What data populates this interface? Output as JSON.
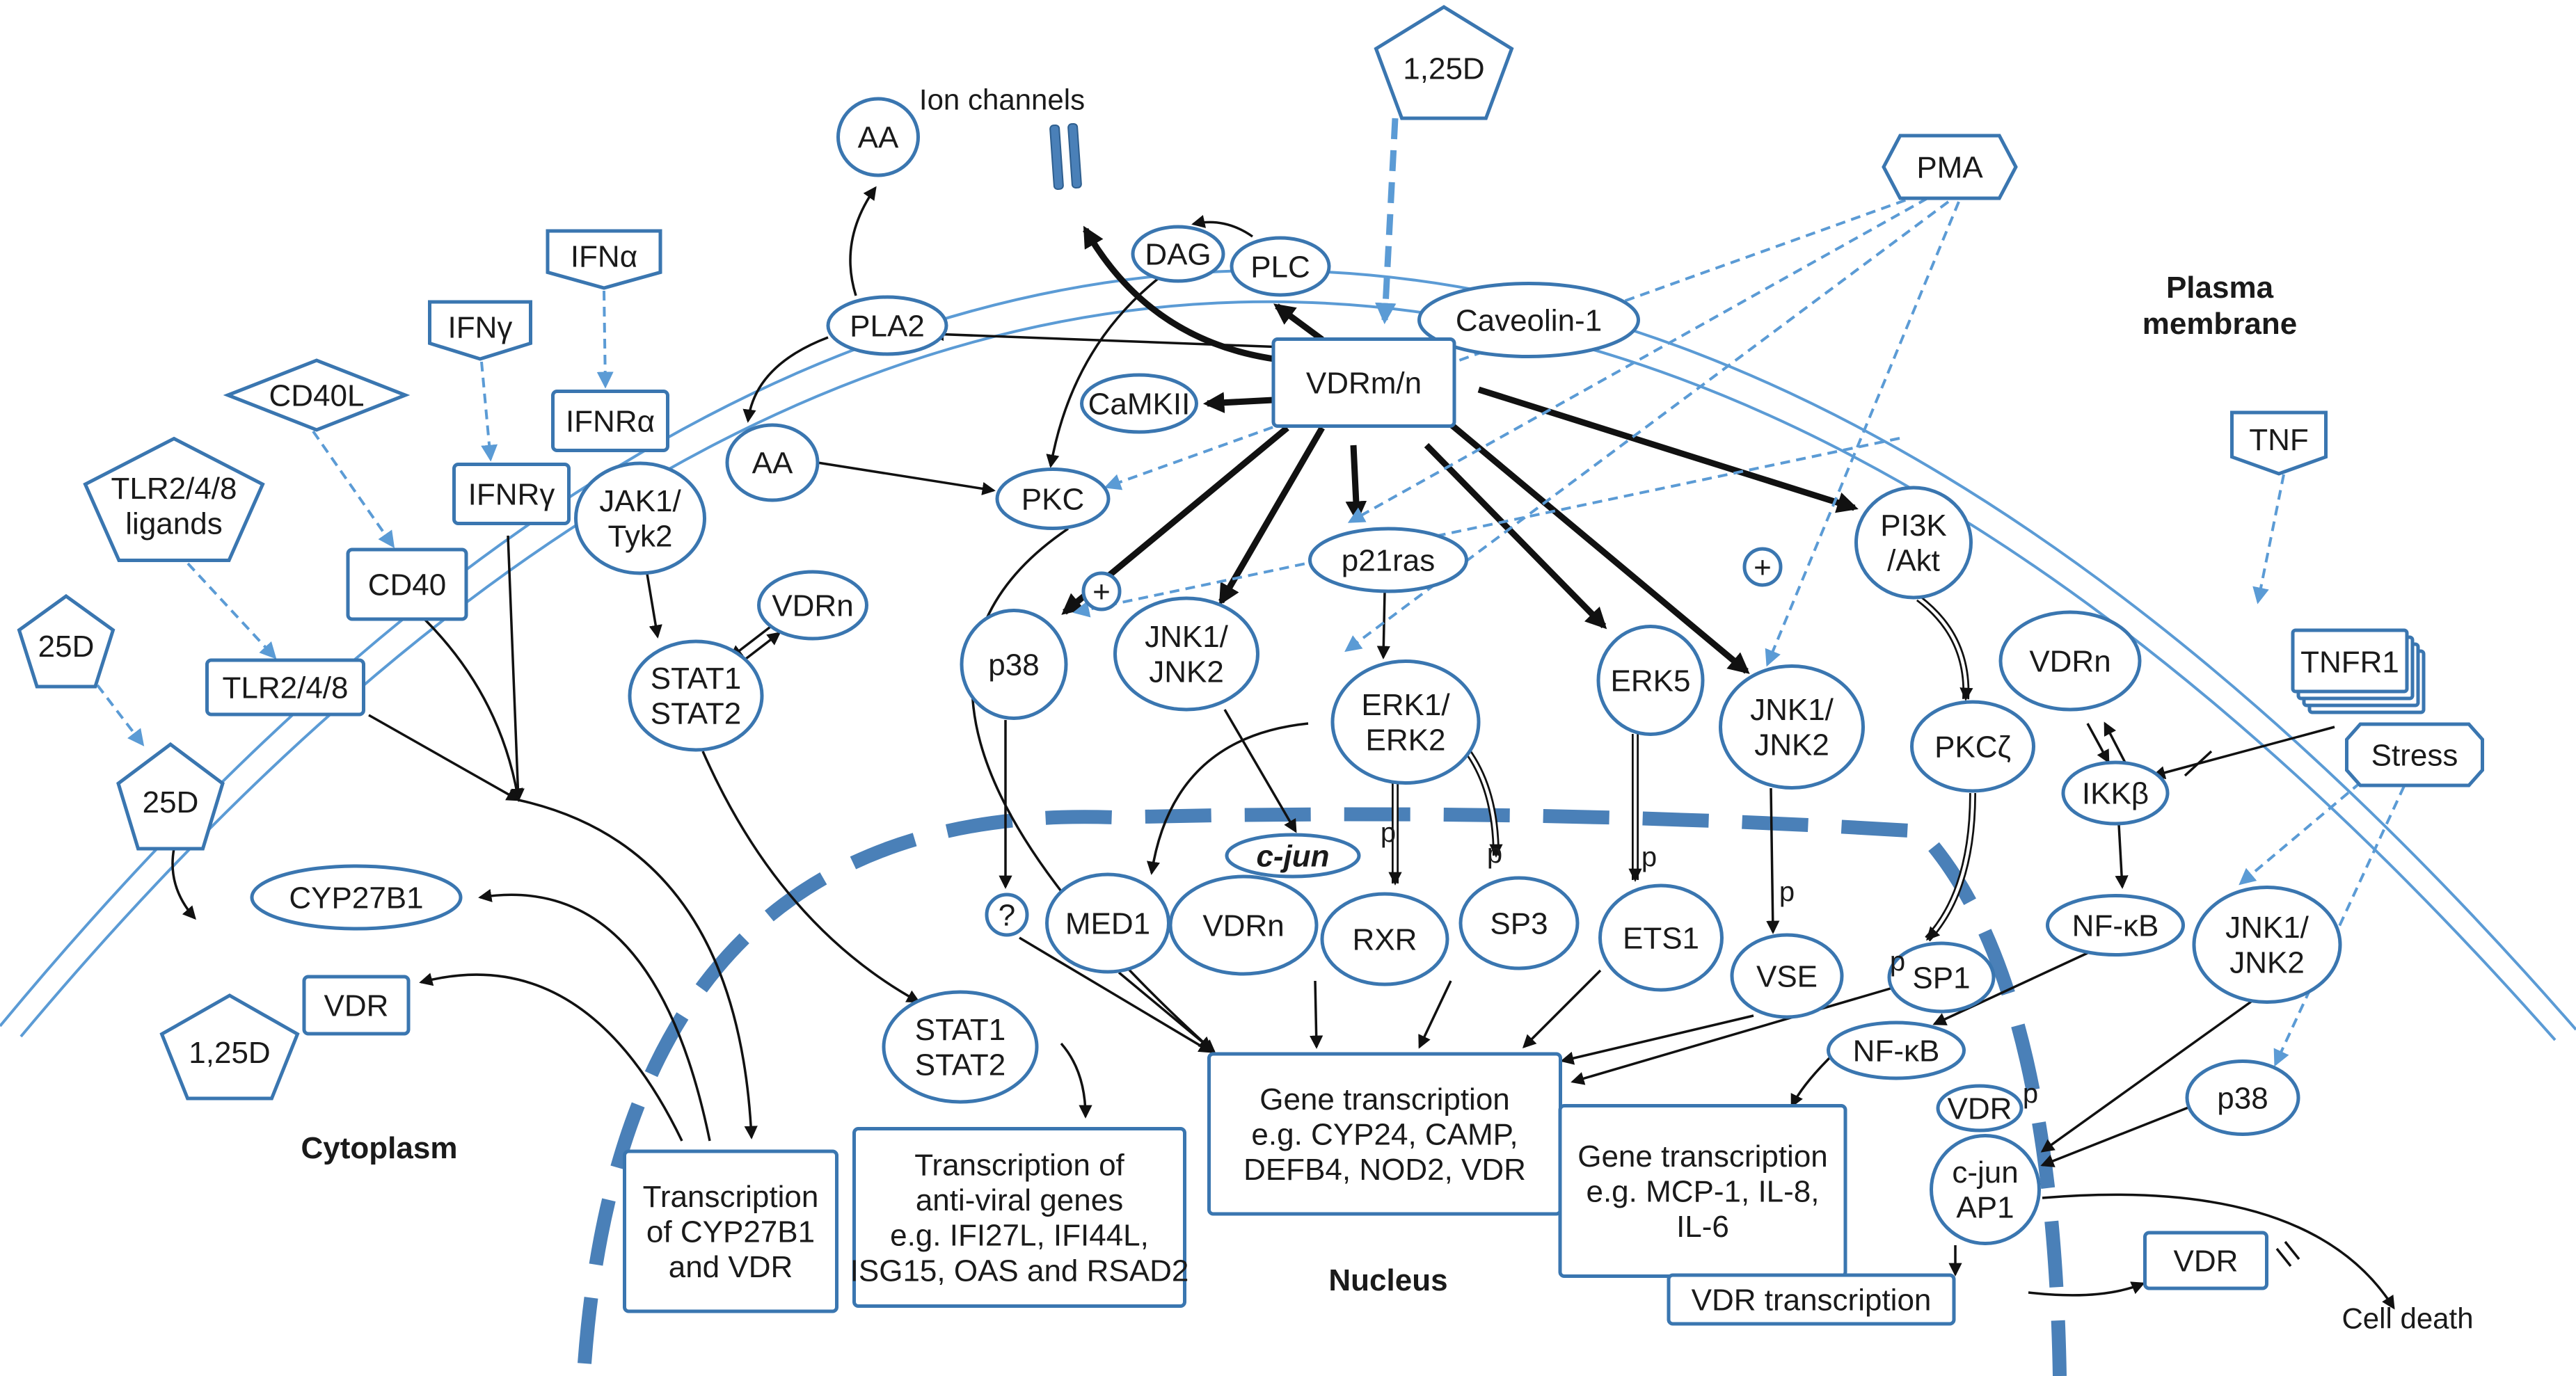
{
  "regions": {
    "plasma_membrane": "Plasma\nmembrane",
    "cytoplasm": "Cytoplasm",
    "nucleus": "Nucleus"
  },
  "nodes": {
    "ion_channels": "Ion channels",
    "ligand_125d_top": "1,25D",
    "aa_top": "AA",
    "pma": "PMA",
    "ifna": "IFNα",
    "ifng": "IFNγ",
    "cd40l": "CD40L",
    "tlr_ligands": "TLR2/4/8\nligands",
    "ligand_25d_out": "25D",
    "dag": "DAG",
    "plc": "PLC",
    "caveolin": "Caveolin-1",
    "pla2": "PLA2",
    "vdrmn": "VDRm/n",
    "camkii": "CaMKII",
    "ifnra": "IFNRα",
    "ifnrg": "IFNRγ",
    "jak_tyk": "JAK1/\nTyk2",
    "aa_mid": "AA",
    "pkc": "PKC",
    "cd40": "CD40",
    "p21ras": "p21ras",
    "pi3k": "PI3K\n/Akt",
    "tnf": "TNF",
    "tnfr1": "TNFR1",
    "plus": "+",
    "vdrn_stat": "VDRn",
    "tlr": "TLR2/4/8",
    "stat_a": "STAT1\nSTAT2",
    "p38_left": "p38",
    "jnk_left": "JNK1/\nJNK2",
    "erk12": "ERK1/\nERK2",
    "erk5": "ERK5",
    "jnk_mid": "JNK1/\nJNK2",
    "vdrn_right": "VDRn",
    "stress": "Stress",
    "ligand_25d_in": "25D",
    "pkcz": "PKCζ",
    "ikkb": "IKKβ",
    "cyp27b1": "CYP27B1",
    "cjun": "c-jun",
    "query": "?",
    "med1": "MED1",
    "vdrn_nuc": "VDRn",
    "rxr": "RXR",
    "sp3": "SP3",
    "ets1": "ETS1",
    "vse": "VSE",
    "sp1": "SP1",
    "nfkb_cyto": "NF-κB",
    "jnk_right": "JNK1/\nJNK2",
    "vdr_cyto": "VDR",
    "ligand_125d_bottom": "1,25D",
    "stat_b": "STAT1\nSTAT2",
    "gene_main": "Gene transcription\ne.g. CYP24, CAMP,\nDEFB4, NOD2, VDR",
    "nfkb_nuc": "NF-κB",
    "gene_right": "Gene transcription\ne.g. MCP-1, IL-8,\nIL-6",
    "vdr_nuc": "VDR",
    "p38_right": "p38",
    "cjun_ap1": "c-jun\nAP1",
    "antiviral": "Transcription of\nanti-viral genes\ne.g. IFI27L, IFI44L,\nISG15, OAS and RSAD2",
    "transcription_cyp": "Transcription\nof CYP27B1\nand VDR",
    "vdr_transcription": "VDR transcription",
    "vdr_out": "VDR",
    "cell_death": "Cell death"
  },
  "annotations": {
    "p": "p"
  },
  "colors": {
    "node_stroke": "#3a76b0",
    "membrane": "#5b9bd5",
    "nuclear_envelope": "#4a80b8",
    "arrow": "#111111"
  }
}
